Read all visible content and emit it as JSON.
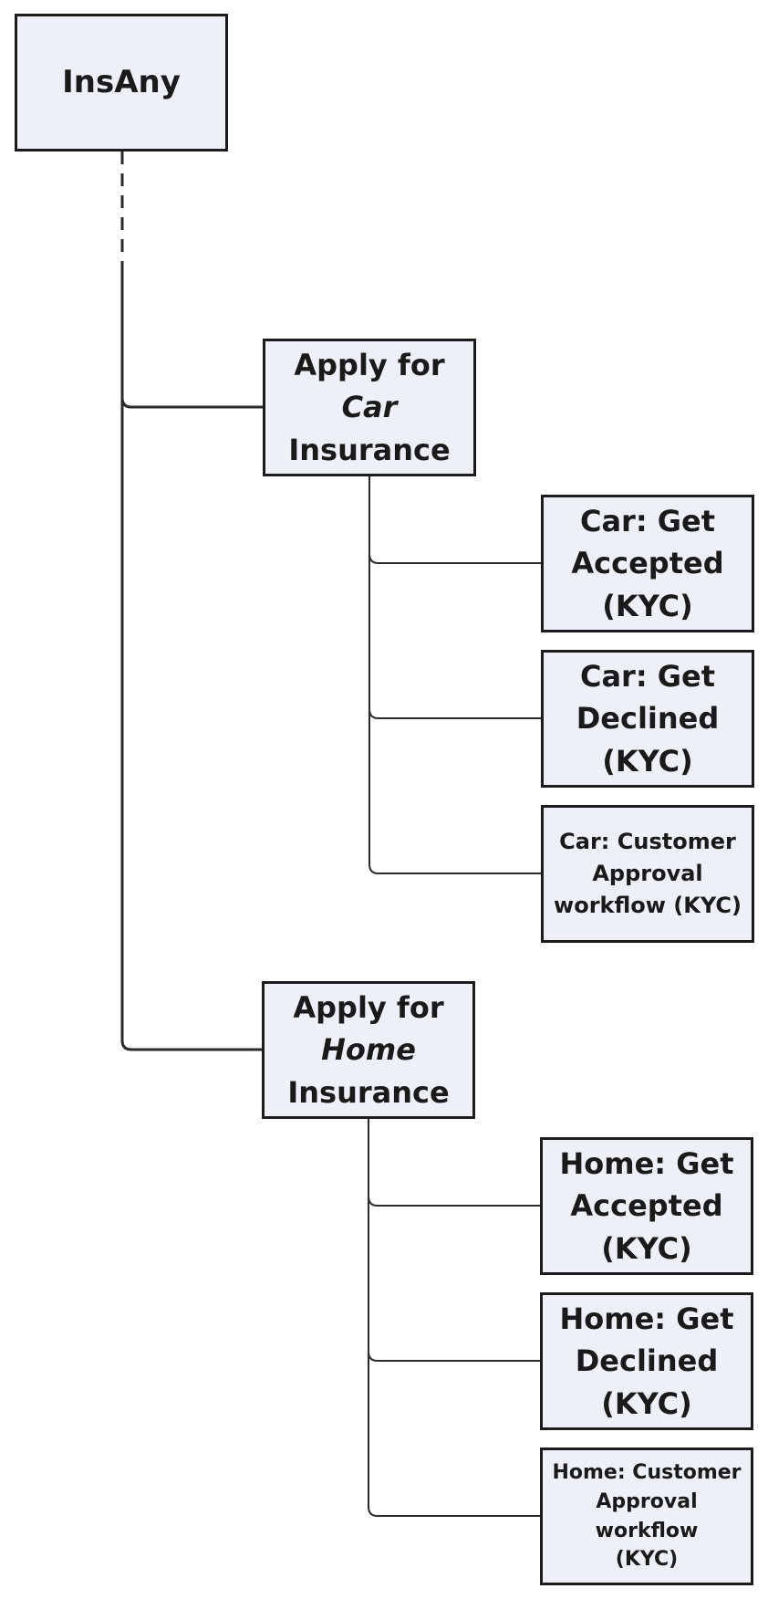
{
  "root": {
    "label": "InsAny"
  },
  "branches": [
    {
      "line1": "Apply for",
      "line2": "Car",
      "line3": "Insurance"
    },
    {
      "line1": "Apply for",
      "line2": "Home",
      "line3": "Insurance"
    }
  ],
  "leaves": [
    {
      "lines": [
        "Car: Get",
        "Accepted",
        "(KYC)"
      ]
    },
    {
      "lines": [
        "Car: Get",
        "Declined",
        "(KYC)"
      ]
    },
    {
      "lines": [
        "Car: Customer",
        "Approval",
        "workflow (KYC)"
      ]
    },
    {
      "lines": [
        "Home: Get",
        "Accepted",
        "(KYC)"
      ]
    },
    {
      "lines": [
        "Home: Get",
        "Declined",
        "(KYC)"
      ]
    },
    {
      "lines": [
        "Home: Customer",
        "Approval workflow",
        "(KYC)"
      ]
    }
  ],
  "colors": {
    "node_fill": "#edf1f7",
    "node_border": "#1c1c1c",
    "connector": "#2b2b2b"
  }
}
